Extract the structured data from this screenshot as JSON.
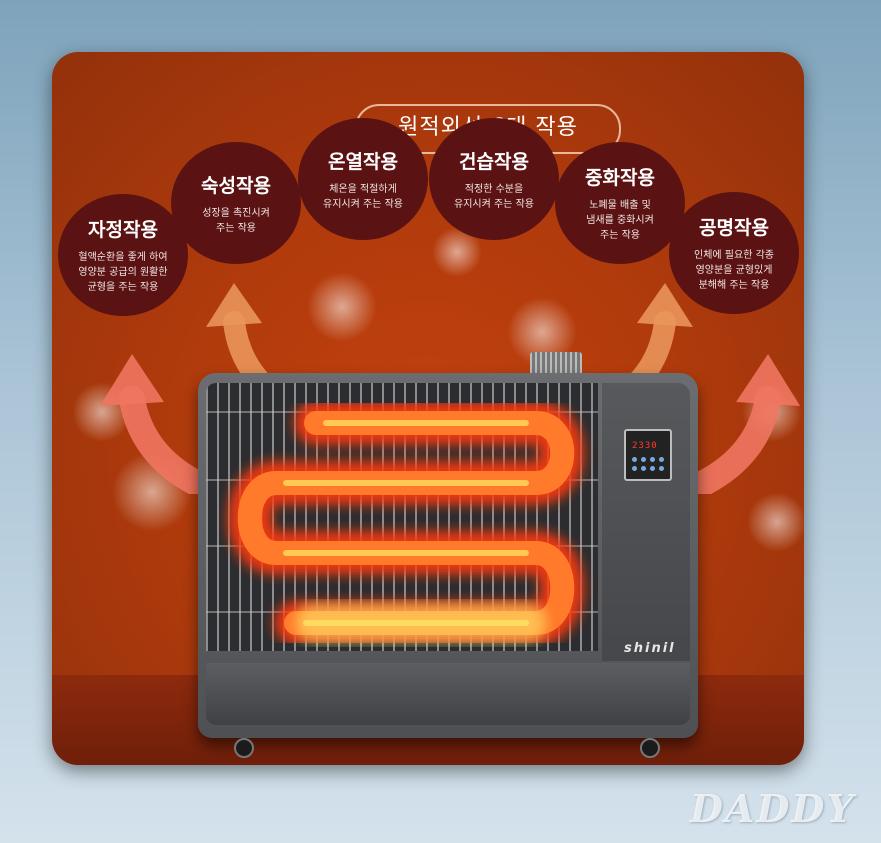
{
  "title": "원적외선 6대 작용",
  "effects": [
    {
      "title": "자정작용",
      "desc": "혈액순환을 좋게 하여\n영양분 공급의 원활한\n균형을 주는 작용"
    },
    {
      "title": "숙성작용",
      "desc": "성장을 촉진시켜\n주는 작용"
    },
    {
      "title": "온열작용",
      "desc": "체온을 적절하게\n유지시켜 주는 작용"
    },
    {
      "title": "건습작용",
      "desc": "적정한 수분을\n유지시켜 주는 작용"
    },
    {
      "title": "중화작용",
      "desc": "노폐물 배출 및\n냄새를 중화시켜\n주는 작용"
    },
    {
      "title": "공명작용",
      "desc": "인체에 필요한 각종\n영양분을 균형있게\n분해해 주는 작용"
    }
  ],
  "heater": {
    "brand": "shinil",
    "display_readout": "2330"
  },
  "watermark": "DADDY",
  "colors": {
    "background_top": "#7ea3bb",
    "card": "#b13b0c",
    "circle": "#5a1312",
    "coil_glow": "#ff6a1a",
    "arrow": "#f07560"
  }
}
